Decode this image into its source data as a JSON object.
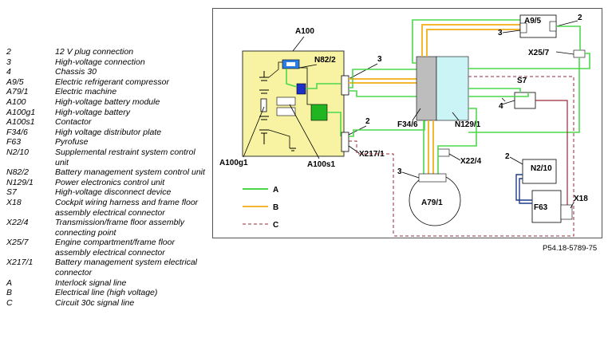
{
  "legend": [
    {
      "code": "2",
      "desc": "12 V plug connection"
    },
    {
      "code": "3",
      "desc": "High-voltage connection"
    },
    {
      "code": "4",
      "desc": "Chassis 30"
    },
    {
      "code": "A9/5",
      "desc": "Electric refrigerant compressor"
    },
    {
      "code": "A79/1",
      "desc": "Electric machine"
    },
    {
      "code": "A100",
      "desc": "High-voltage battery module"
    },
    {
      "code": "A100g1",
      "desc": "High-voltage battery"
    },
    {
      "code": "A100s1",
      "desc": "Contactor"
    },
    {
      "code": "F34/6",
      "desc": "High voltage distributor plate"
    },
    {
      "code": "F63",
      "desc": "Pyrofuse"
    },
    {
      "code": "N2/10",
      "desc": "Supplemental restraint system control unit"
    },
    {
      "code": "N82/2",
      "desc": "Battery management system control unit"
    },
    {
      "code": "N129/1",
      "desc": "Power electronics control unit"
    },
    {
      "code": "S7",
      "desc": "High-voltage disconnect device"
    },
    {
      "code": "X18",
      "desc": "Cockpit wiring harness and frame floor assembly electrical connector"
    },
    {
      "code": "X22/4",
      "desc": "Transmission/frame floor assembly connecting point"
    },
    {
      "code": "X25/7",
      "desc": "Engine compartment/frame floor assembly electrical connector"
    },
    {
      "code": "X217/1",
      "desc": "Battery management system electrical connector"
    },
    {
      "code": "A",
      "desc": "Interlock signal line"
    },
    {
      "code": "B",
      "desc": "Electrical line (high voltage)"
    },
    {
      "code": "C",
      "desc": "Circuit 30c signal line"
    }
  ],
  "diagram": {
    "labels": {
      "a100": "A100",
      "n82_2": "N82/2",
      "a100g1": "A100g1",
      "a100s1": "A100s1",
      "x217_1": "X217/1",
      "f34_6": "F34/6",
      "n129_1": "N129/1",
      "a9_5": "A9/5",
      "x25_7": "X25/7",
      "s7": "S7",
      "x22_4": "X22/4",
      "a79_1": "A79/1",
      "n2_10": "N2/10",
      "f63": "F63",
      "x18": "X18"
    },
    "numbers": {
      "n3_left": "3",
      "n2_left": "2",
      "n3_a95": "3",
      "n2_a95": "2",
      "n4": "4",
      "n3_a79": "3",
      "n2_n210": "2"
    },
    "line_key": [
      {
        "label": "A",
        "color": "#4cd84c"
      },
      {
        "label": "B",
        "color": "#f5b731"
      },
      {
        "label": "C",
        "color": "#9a2a3a"
      }
    ]
  },
  "figure_ref": "P54.18-5789-75"
}
